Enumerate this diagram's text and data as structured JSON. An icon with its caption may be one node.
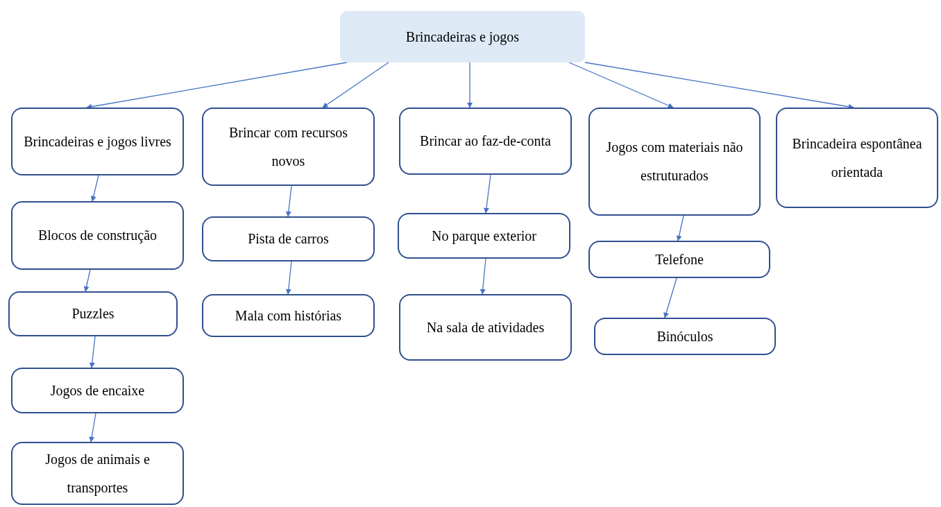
{
  "diagram": {
    "nodes": [
      {
        "text": [
          "Brincadeiras e jogos"
        ]
      },
      {
        "text": [
          "Brincadeiras e jogos livres"
        ]
      },
      {
        "text": [
          "Brincar com recursos novos"
        ]
      },
      {
        "text": [
          "Brincar ao faz-de-conta"
        ]
      },
      {
        "text": [
          "Jogos com materiais não estruturados"
        ]
      },
      {
        "text": [
          "Brincadeira espontânea orientada"
        ]
      },
      {
        "text": [
          "Blocos de construção"
        ]
      },
      {
        "text": [
          "Puzzles"
        ]
      },
      {
        "text": [
          "Jogos de encaixe"
        ]
      },
      {
        "text": [
          "Jogos de animais e transportes"
        ]
      },
      {
        "text": [
          "Pista de carros"
        ]
      },
      {
        "text": [
          "Mala com histórias"
        ]
      },
      {
        "text": [
          "No parque exterior"
        ]
      },
      {
        "text": [
          "Na sala de atividades"
        ]
      },
      {
        "text": [
          "Telefone"
        ]
      },
      {
        "text": [
          "Binóculos"
        ]
      }
    ],
    "edges": [
      {
        "from": 0,
        "to": 1,
        "arrow": "to"
      },
      {
        "from": 0,
        "to": 2,
        "arrow": "to"
      },
      {
        "from": 0,
        "to": 3,
        "arrow": "to"
      },
      {
        "from": 0,
        "to": 4,
        "arrow": "to"
      },
      {
        "from": 0,
        "to": 5,
        "arrow": "to"
      },
      {
        "from": 1,
        "to": 6,
        "arrow": "to"
      },
      {
        "from": 6,
        "to": 7,
        "arrow": "to"
      },
      {
        "from": 7,
        "to": 8,
        "arrow": "to"
      },
      {
        "from": 8,
        "to": 9,
        "arrow": "to"
      },
      {
        "from": 2,
        "to": 10,
        "arrow": "to"
      },
      {
        "from": 10,
        "to": 11,
        "arrow": "to"
      },
      {
        "from": 3,
        "to": 12,
        "arrow": "to"
      },
      {
        "from": 12,
        "to": 13,
        "arrow": "to"
      },
      {
        "from": 4,
        "to": 14,
        "arrow": "to"
      },
      {
        "from": 14,
        "to": 15,
        "arrow": "to"
      }
    ]
  }
}
